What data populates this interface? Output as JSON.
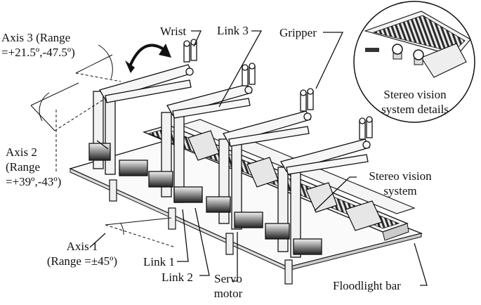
{
  "labels": {
    "wrist": "Wrist",
    "link3": "Link 3",
    "gripper": "Gripper",
    "axis3": [
      "Axis 3 (Range",
      "=+21.5º,-47.5º)"
    ],
    "axis2": [
      "Axis 2",
      "(Range",
      "=+39º,-43º)"
    ],
    "axis1": [
      "Axis 1",
      "(Range =±45º)"
    ],
    "link1": "Link 1",
    "link2": "Link 2",
    "servo_motor": [
      "Servo",
      "motor"
    ],
    "floodlight": "Floodlight bar",
    "stereo_vision": [
      "Stereo vision",
      "system"
    ],
    "stereo_details": [
      "Stereo vision",
      "system details"
    ]
  }
}
